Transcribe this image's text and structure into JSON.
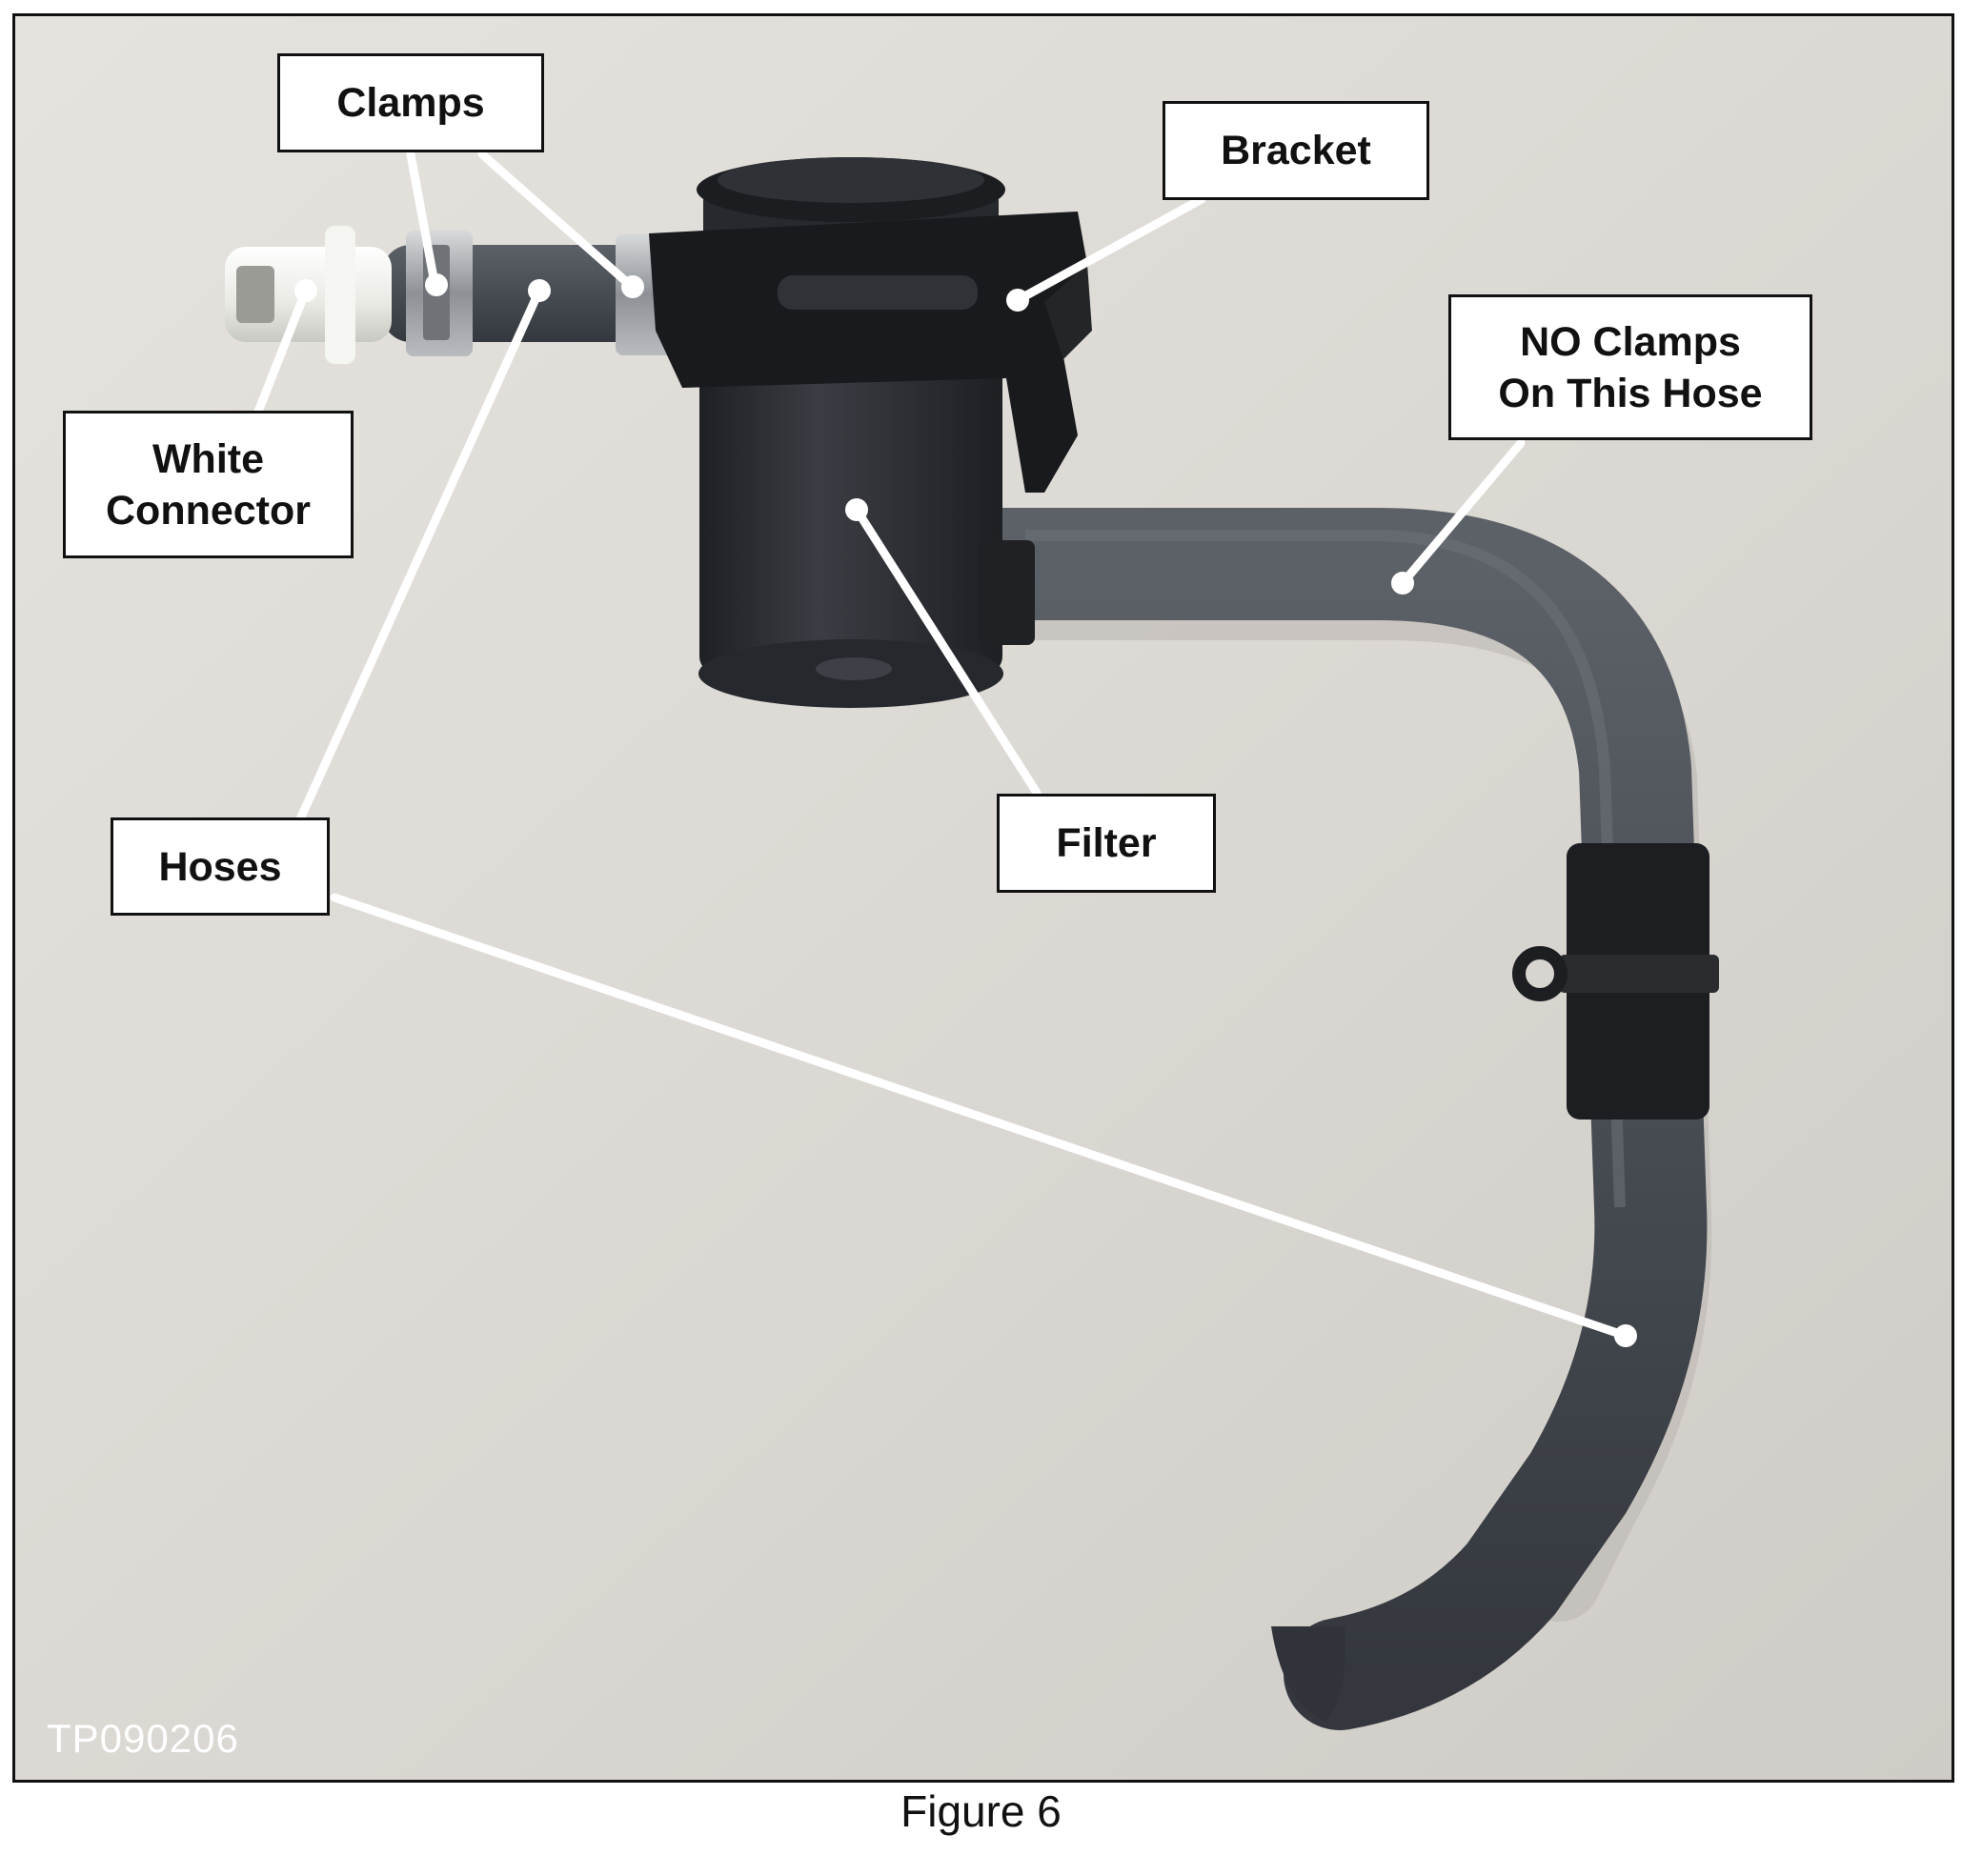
{
  "figure": {
    "caption": "Figure 6",
    "photo_id": "TP090206"
  },
  "labels": {
    "clamps": "Clamps",
    "bracket": "Bracket",
    "no_clamps": "NO Clamps\nOn This Hose",
    "white_connector": "White\nConnector",
    "hoses": "Hoses",
    "filter": "Filter"
  },
  "colors": {
    "background": "#ddd9d4",
    "hose": "#4a4f57",
    "filter_body": "#2b2e33",
    "connector": "#f2f2ee",
    "leader_line": "#ffffff"
  }
}
